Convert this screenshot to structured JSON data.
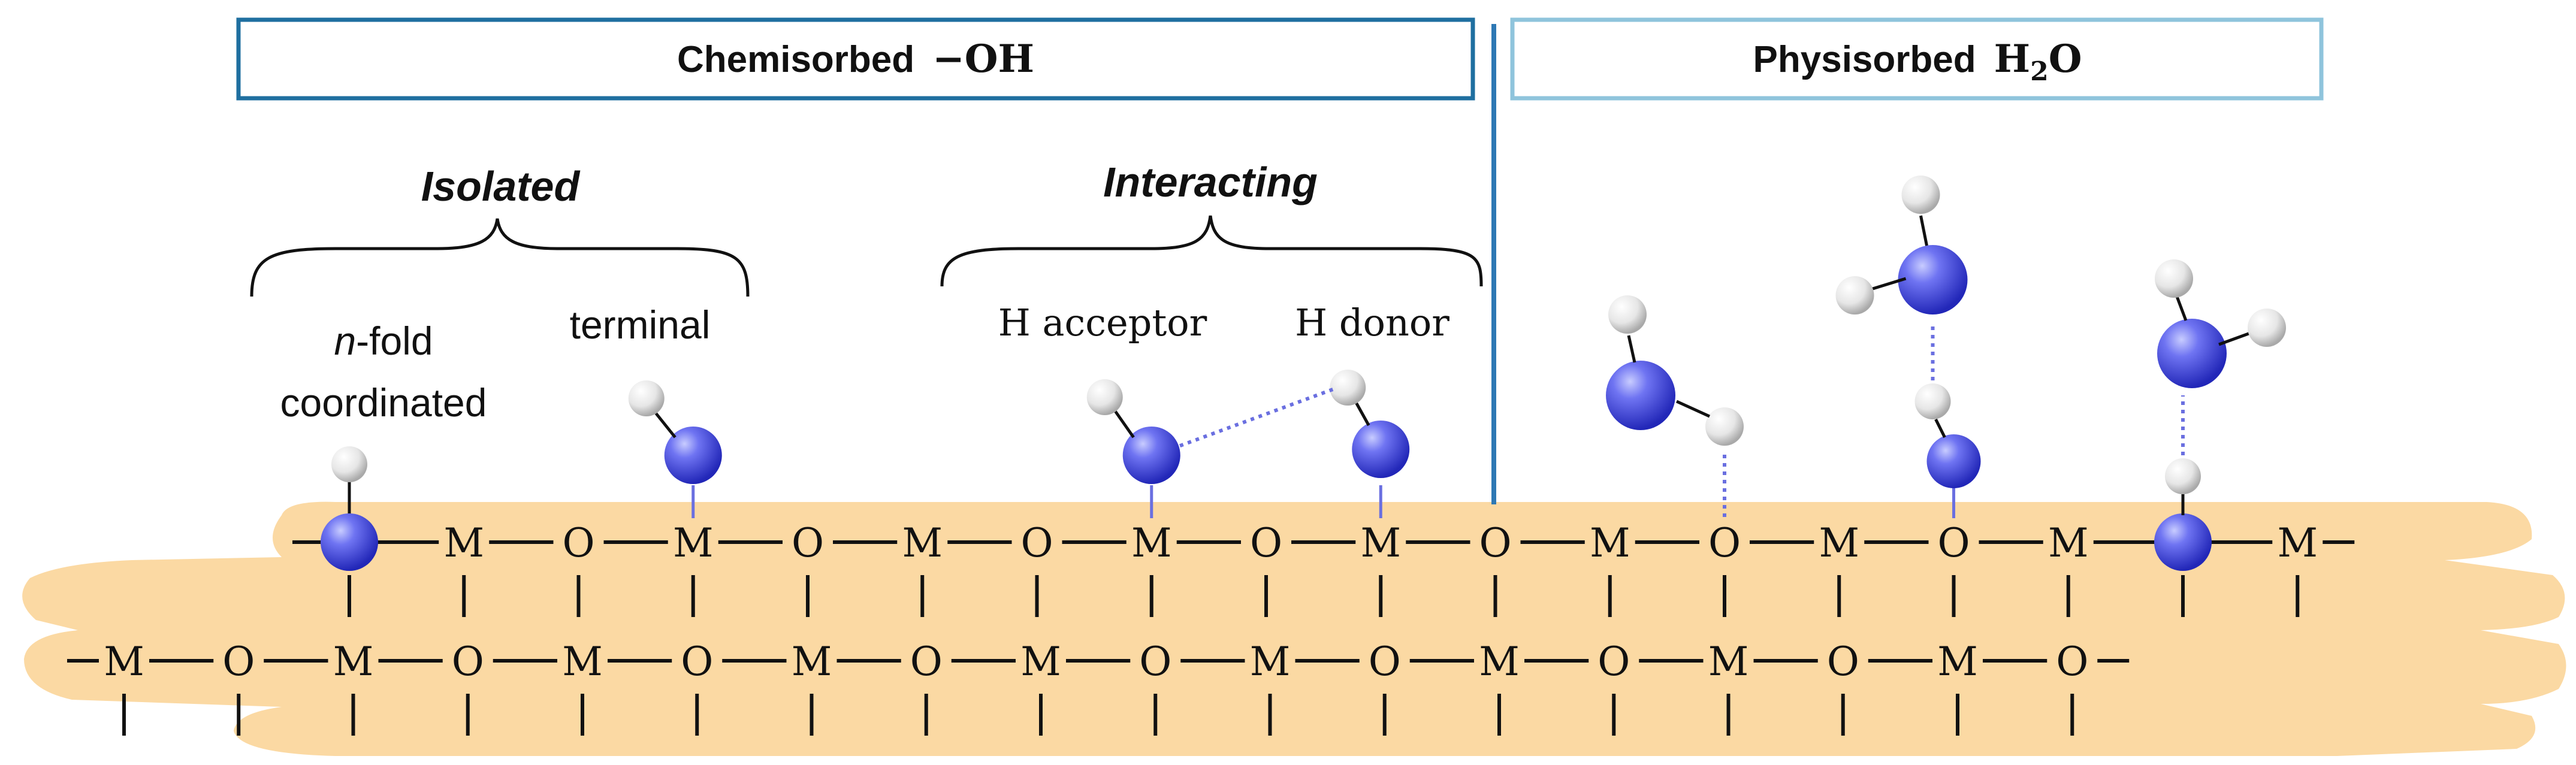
{
  "headers": {
    "chemisorbed": {
      "prefix": "Chemisorbed",
      "formula": "−OH"
    },
    "physisorbed": {
      "prefix": "Physisorbed",
      "formula_main": "H",
      "formula_sub": "2",
      "formula_end": "O"
    }
  },
  "groups": {
    "isolated": "Isolated",
    "interacting": "Interacting"
  },
  "labels": {
    "nfold_italic": "n",
    "nfold_rest": "-fold",
    "coordinated": "coordinated",
    "terminal": "terminal",
    "h_acceptor": "H acceptor",
    "h_donor": "H donor"
  },
  "lattice": {
    "row1": [
      "@",
      "M",
      "O",
      "M",
      "O",
      "M",
      "O",
      "M",
      "O",
      "M",
      "O",
      "M",
      "O",
      "M",
      "O",
      "M",
      "@",
      "M"
    ],
    "row2": [
      "M",
      "O",
      "M",
      "O",
      "M",
      "O",
      "M",
      "O",
      "M",
      "O",
      "M",
      "O",
      "M",
      "O",
      "M",
      "O",
      "M",
      "O"
    ]
  },
  "colors": {
    "header_left_border": "#1f6fa0",
    "header_right_border": "#8fc4dc",
    "divider": "#2d78b4",
    "substrate": "#fbd9a3",
    "oxygen_atom": "#4a4fe0",
    "hydrogen_atom": "#e8e8e8",
    "hbond": "#6a6fe0"
  }
}
